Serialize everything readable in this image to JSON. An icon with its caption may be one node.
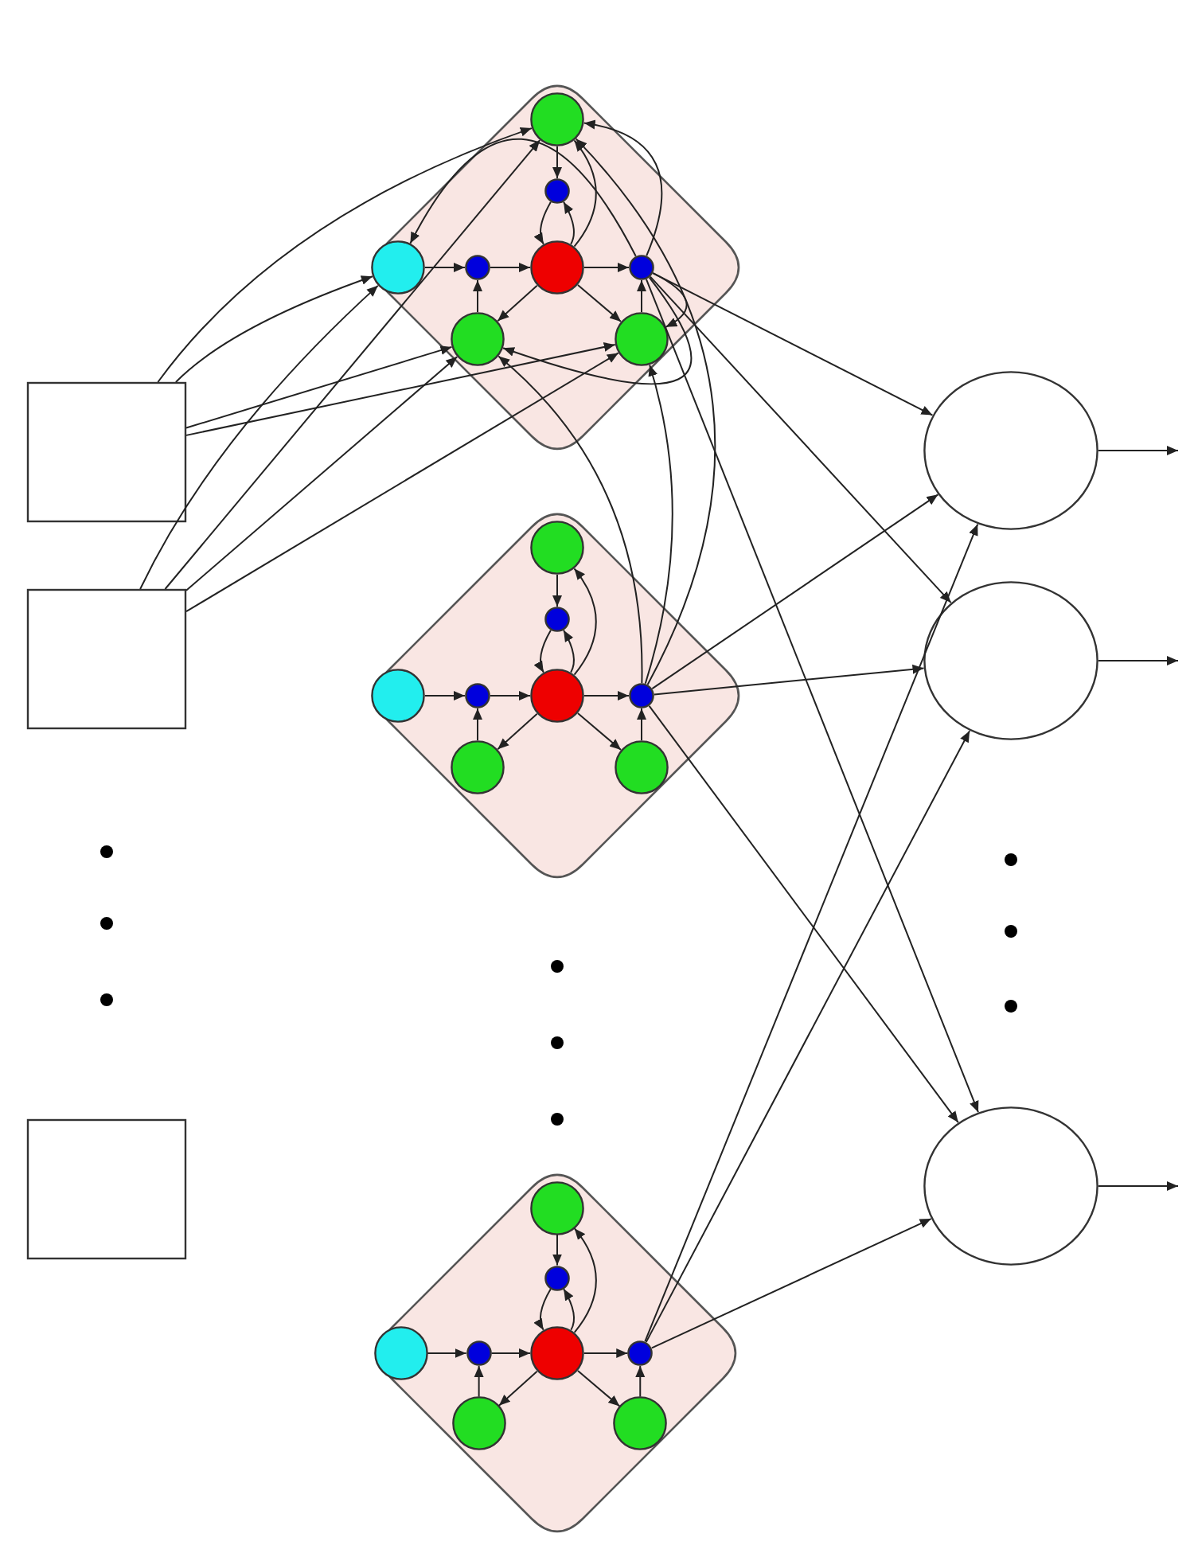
{
  "diagram": {
    "nodes": [
      {
        "text": [],
        "shape": "box"
      },
      {
        "text": [],
        "shape": "box"
      },
      {
        "text": [],
        "shape": "box"
      },
      {
        "text": [],
        "shape": "diamond"
      },
      {
        "text": [],
        "shape": "circle",
        "in": 3
      },
      {
        "text": [],
        "shape": "circle",
        "in": 3
      },
      {
        "text": [],
        "shape": "circle",
        "in": 3
      },
      {
        "text": [],
        "shape": "circle",
        "in": 3
      },
      {
        "text": [],
        "shape": "circle",
        "in": 3
      },
      {
        "text": [],
        "shape": "circle",
        "in": 3
      },
      {
        "text": [],
        "shape": "circle",
        "in": 3
      },
      {
        "text": [],
        "shape": "circle",
        "in": 3
      },
      {
        "text": [],
        "shape": "diamond"
      },
      {
        "text": [],
        "shape": "circle",
        "in": 12
      },
      {
        "text": [],
        "shape": "circle",
        "in": 12
      },
      {
        "text": [],
        "shape": "circle",
        "in": 12
      },
      {
        "text": [],
        "shape": "circle",
        "in": 12
      },
      {
        "text": [],
        "shape": "circle",
        "in": 12
      },
      {
        "text": [],
        "shape": "circle",
        "in": 12
      },
      {
        "text": [],
        "shape": "circle",
        "in": 12
      },
      {
        "text": [],
        "shape": "circle",
        "in": 12
      },
      {
        "text": [],
        "shape": "diamond"
      },
      {
        "text": [],
        "shape": "circle",
        "in": 21
      },
      {
        "text": [],
        "shape": "circle",
        "in": 21
      },
      {
        "text": [],
        "shape": "circle",
        "in": 21
      },
      {
        "text": [],
        "shape": "circle",
        "in": 21
      },
      {
        "text": [],
        "shape": "circle",
        "in": 21
      },
      {
        "text": [],
        "shape": "circle",
        "in": 21
      },
      {
        "text": [],
        "shape": "circle",
        "in": 21
      },
      {
        "text": [],
        "shape": "circle",
        "in": 21
      },
      {
        "text": [],
        "shape": "circle"
      },
      {
        "text": [],
        "shape": "circle"
      },
      {
        "text": [],
        "shape": "circle"
      }
    ],
    "edges": [
      {
        "from": 4,
        "to": 5,
        "arrow": "to"
      },
      {
        "from": 6,
        "to": 7,
        "arrow": "to"
      },
      {
        "from": 7,
        "to": 8,
        "arrow": "to"
      },
      {
        "from": 10,
        "to": 7,
        "arrow": "to"
      },
      {
        "from": 8,
        "to": 10,
        "arrow": "to"
      },
      {
        "from": 8,
        "to": 11,
        "arrow": "to"
      },
      {
        "from": 11,
        "to": 9,
        "arrow": "to"
      },
      {
        "from": 8,
        "to": 9,
        "arrow": "to"
      },
      {
        "from": 8,
        "to": 5,
        "arrow": "to"
      },
      {
        "from": 5,
        "to": 8,
        "arrow": "to"
      },
      {
        "from": 8,
        "to": 4,
        "arrow": "to"
      },
      {
        "from": 13,
        "to": 14,
        "arrow": "to"
      },
      {
        "from": 15,
        "to": 16,
        "arrow": "to"
      },
      {
        "from": 16,
        "to": 17,
        "arrow": "to"
      },
      {
        "from": 19,
        "to": 16,
        "arrow": "to"
      },
      {
        "from": 17,
        "to": 19,
        "arrow": "to"
      },
      {
        "from": 17,
        "to": 20,
        "arrow": "to"
      },
      {
        "from": 20,
        "to": 18,
        "arrow": "to"
      },
      {
        "from": 17,
        "to": 18,
        "arrow": "to"
      },
      {
        "from": 17,
        "to": 14,
        "arrow": "to"
      },
      {
        "from": 14,
        "to": 17,
        "arrow": "to"
      },
      {
        "from": 17,
        "to": 13,
        "arrow": "to"
      },
      {
        "from": 22,
        "to": 23,
        "arrow": "to"
      },
      {
        "from": 24,
        "to": 25,
        "arrow": "to"
      },
      {
        "from": 25,
        "to": 26,
        "arrow": "to"
      },
      {
        "from": 28,
        "to": 25,
        "arrow": "to"
      },
      {
        "from": 26,
        "to": 28,
        "arrow": "to"
      },
      {
        "from": 26,
        "to": 29,
        "arrow": "to"
      },
      {
        "from": 29,
        "to": 27,
        "arrow": "to"
      },
      {
        "from": 26,
        "to": 27,
        "arrow": "to"
      },
      {
        "from": 26,
        "to": 23,
        "arrow": "to"
      },
      {
        "from": 23,
        "to": 26,
        "arrow": "to"
      },
      {
        "from": 26,
        "to": 22,
        "arrow": "to"
      },
      {
        "from": 0,
        "to": 4,
        "arrow": "to"
      },
      {
        "from": 0,
        "to": 6,
        "arrow": "to"
      },
      {
        "from": 0,
        "to": 10,
        "arrow": "to"
      },
      {
        "from": 0,
        "to": 11,
        "arrow": "to"
      },
      {
        "from": 1,
        "to": 4,
        "arrow": "to"
      },
      {
        "from": 1,
        "to": 6,
        "arrow": "to"
      },
      {
        "from": 1,
        "to": 10,
        "arrow": "to"
      },
      {
        "from": 1,
        "to": 11,
        "arrow": "to"
      },
      {
        "from": 9,
        "to": 4,
        "arrow": "to"
      },
      {
        "from": 9,
        "to": 6,
        "arrow": "to"
      },
      {
        "from": 9,
        "to": 10,
        "arrow": "to"
      },
      {
        "from": 9,
        "to": 11,
        "arrow": "to"
      },
      {
        "from": 18,
        "to": 4,
        "arrow": "to"
      },
      {
        "from": 18,
        "to": 10,
        "arrow": "to"
      },
      {
        "from": 18,
        "to": 11,
        "arrow": "to"
      },
      {
        "from": 9,
        "to": 30,
        "arrow": "to"
      },
      {
        "from": 9,
        "to": 31,
        "arrow": "to"
      },
      {
        "from": 9,
        "to": 32,
        "arrow": "to"
      },
      {
        "from": 18,
        "to": 30,
        "arrow": "to"
      },
      {
        "from": 18,
        "to": 31,
        "arrow": "to"
      },
      {
        "from": 18,
        "to": 32,
        "arrow": "to"
      },
      {
        "from": 27,
        "to": 30,
        "arrow": "to"
      },
      {
        "from": 27,
        "to": 31,
        "arrow": "to"
      },
      {
        "from": 27,
        "to": 32,
        "arrow": "to"
      },
      {
        "from": 30,
        "to": null,
        "arrow": "to"
      },
      {
        "from": 31,
        "to": null,
        "arrow": "to"
      },
      {
        "from": 32,
        "to": null,
        "arrow": "to"
      }
    ]
  }
}
